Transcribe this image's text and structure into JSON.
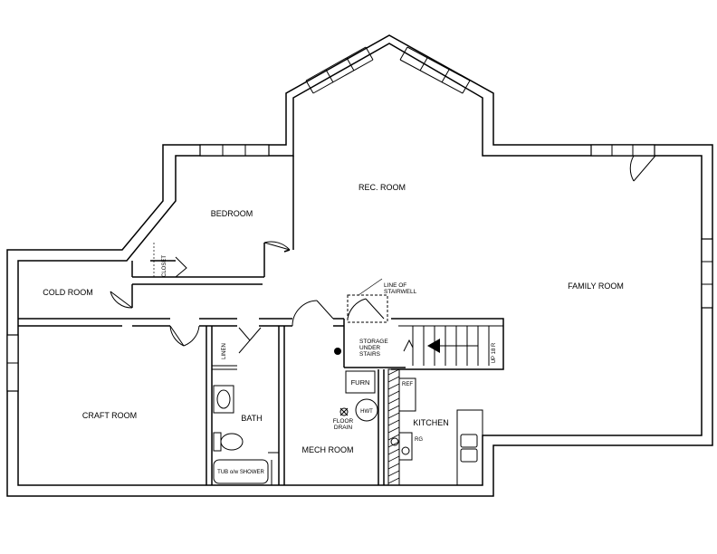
{
  "rooms": {
    "rec_room": "REC. ROOM",
    "bedroom": "BEDROOM",
    "family_room": "FAMILY ROOM",
    "cold_room": "COLD ROOM",
    "craft_room": "CRAFT ROOM",
    "bath": "BATH",
    "mech_room": "MECH ROOM",
    "kitchen": "KITCHEN"
  },
  "notes": {
    "closet": "CLOSET",
    "linen": "LINEN",
    "stairwell_line1": "LINE OF",
    "stairwell_line2": "STAIRWELL",
    "storage_line1": "STORAGE",
    "storage_line2": "UNDER",
    "storage_line3": "STAIRS",
    "stairs_up": "UP 18 R",
    "furnace": "FURN",
    "water_heater": "HWT",
    "floor_drain_line1": "FLOOR",
    "floor_drain_line2": "DRAIN",
    "refrigerator": "REF",
    "range": "RG",
    "tub": "TUB o/w SHOWER"
  }
}
